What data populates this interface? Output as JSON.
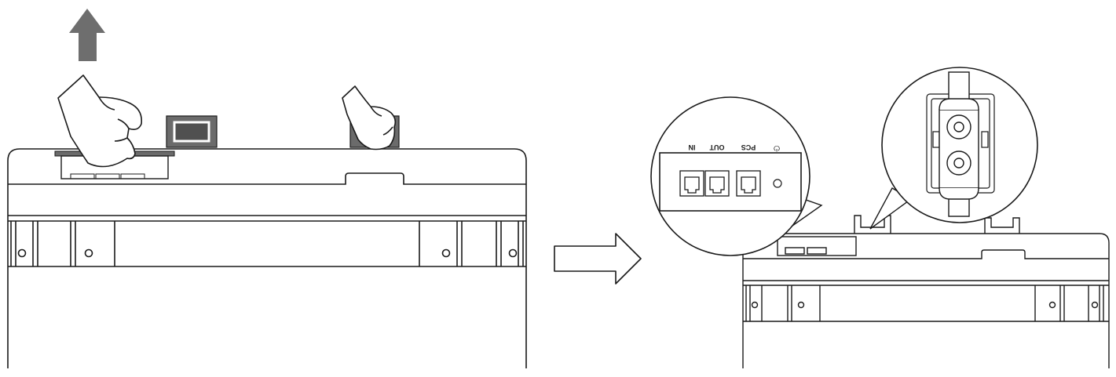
{
  "ports": {
    "in": "IN",
    "out": "OUT",
    "pcs": "PCS",
    "power_symbol": "⏻"
  },
  "colors": {
    "line": "#1a1a1a",
    "gray_fill": "#6b6b6b",
    "dark_fill": "#505050",
    "arrow_fill": "#6e6e6e"
  }
}
